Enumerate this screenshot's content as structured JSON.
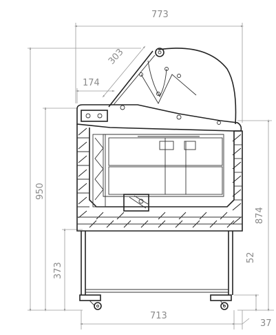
{
  "dimensions": {
    "overall_width": "773",
    "glass_length": "303",
    "hinge_offset": "174",
    "overall_height": "950",
    "counter_height": "874",
    "leg_height": "373",
    "foot_height": "52",
    "base_width": "713",
    "overhang": "37"
  },
  "colors": {
    "dimension": "#8a8a8a",
    "outline": "#222222",
    "background": "#ffffff"
  }
}
